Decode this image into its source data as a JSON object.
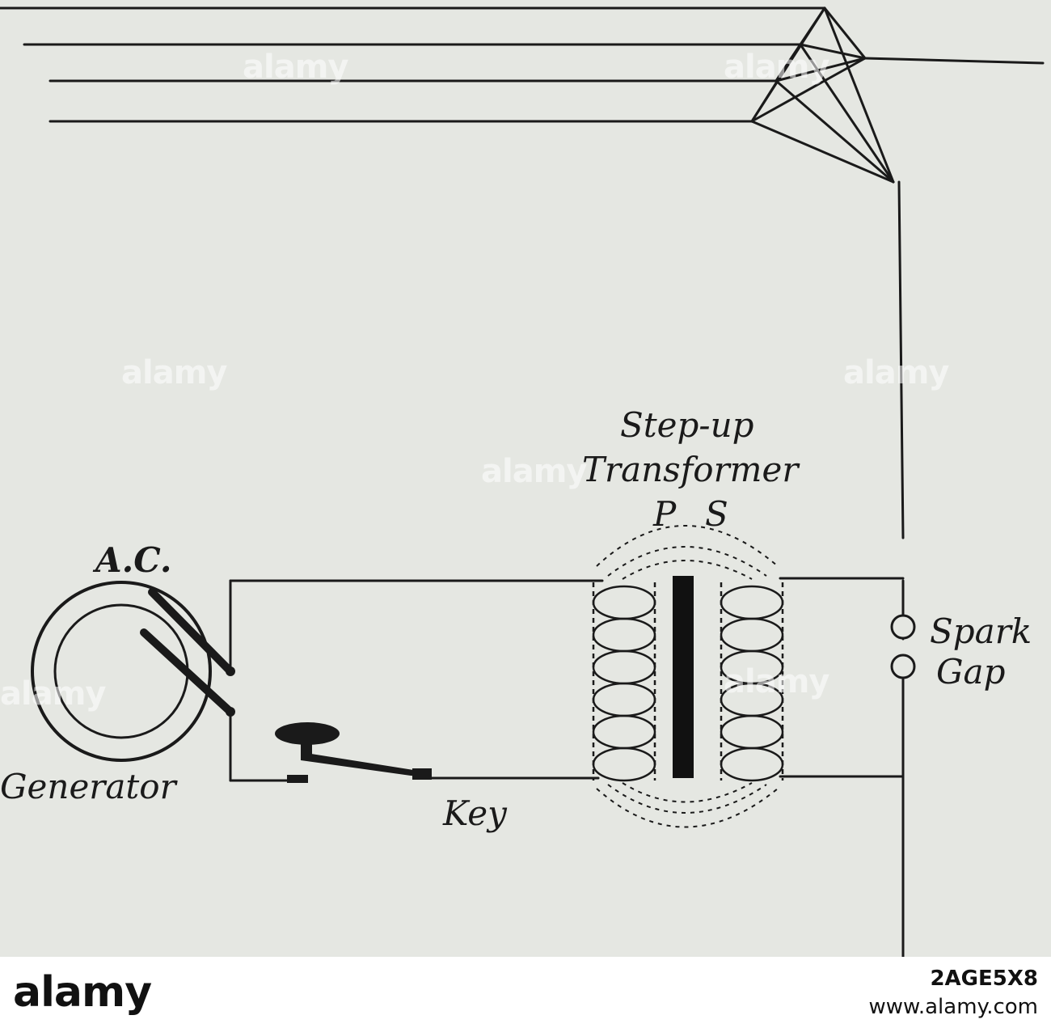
{
  "diagram": {
    "labels": {
      "step_up": "Step-up",
      "transformer": "Transformer",
      "p": "P",
      "s": "S",
      "ac": "A.C.",
      "generator": "Generator",
      "key": "Key",
      "spark": "Spark",
      "gap": "Gap"
    },
    "watermark_text": "alamy",
    "colors": {
      "paper": "#e5e7e2",
      "ink": "#1a1a1a"
    }
  },
  "footer": {
    "brand": "alamy",
    "image_code": "2AGE5X8",
    "url": "www.alamy.com"
  }
}
